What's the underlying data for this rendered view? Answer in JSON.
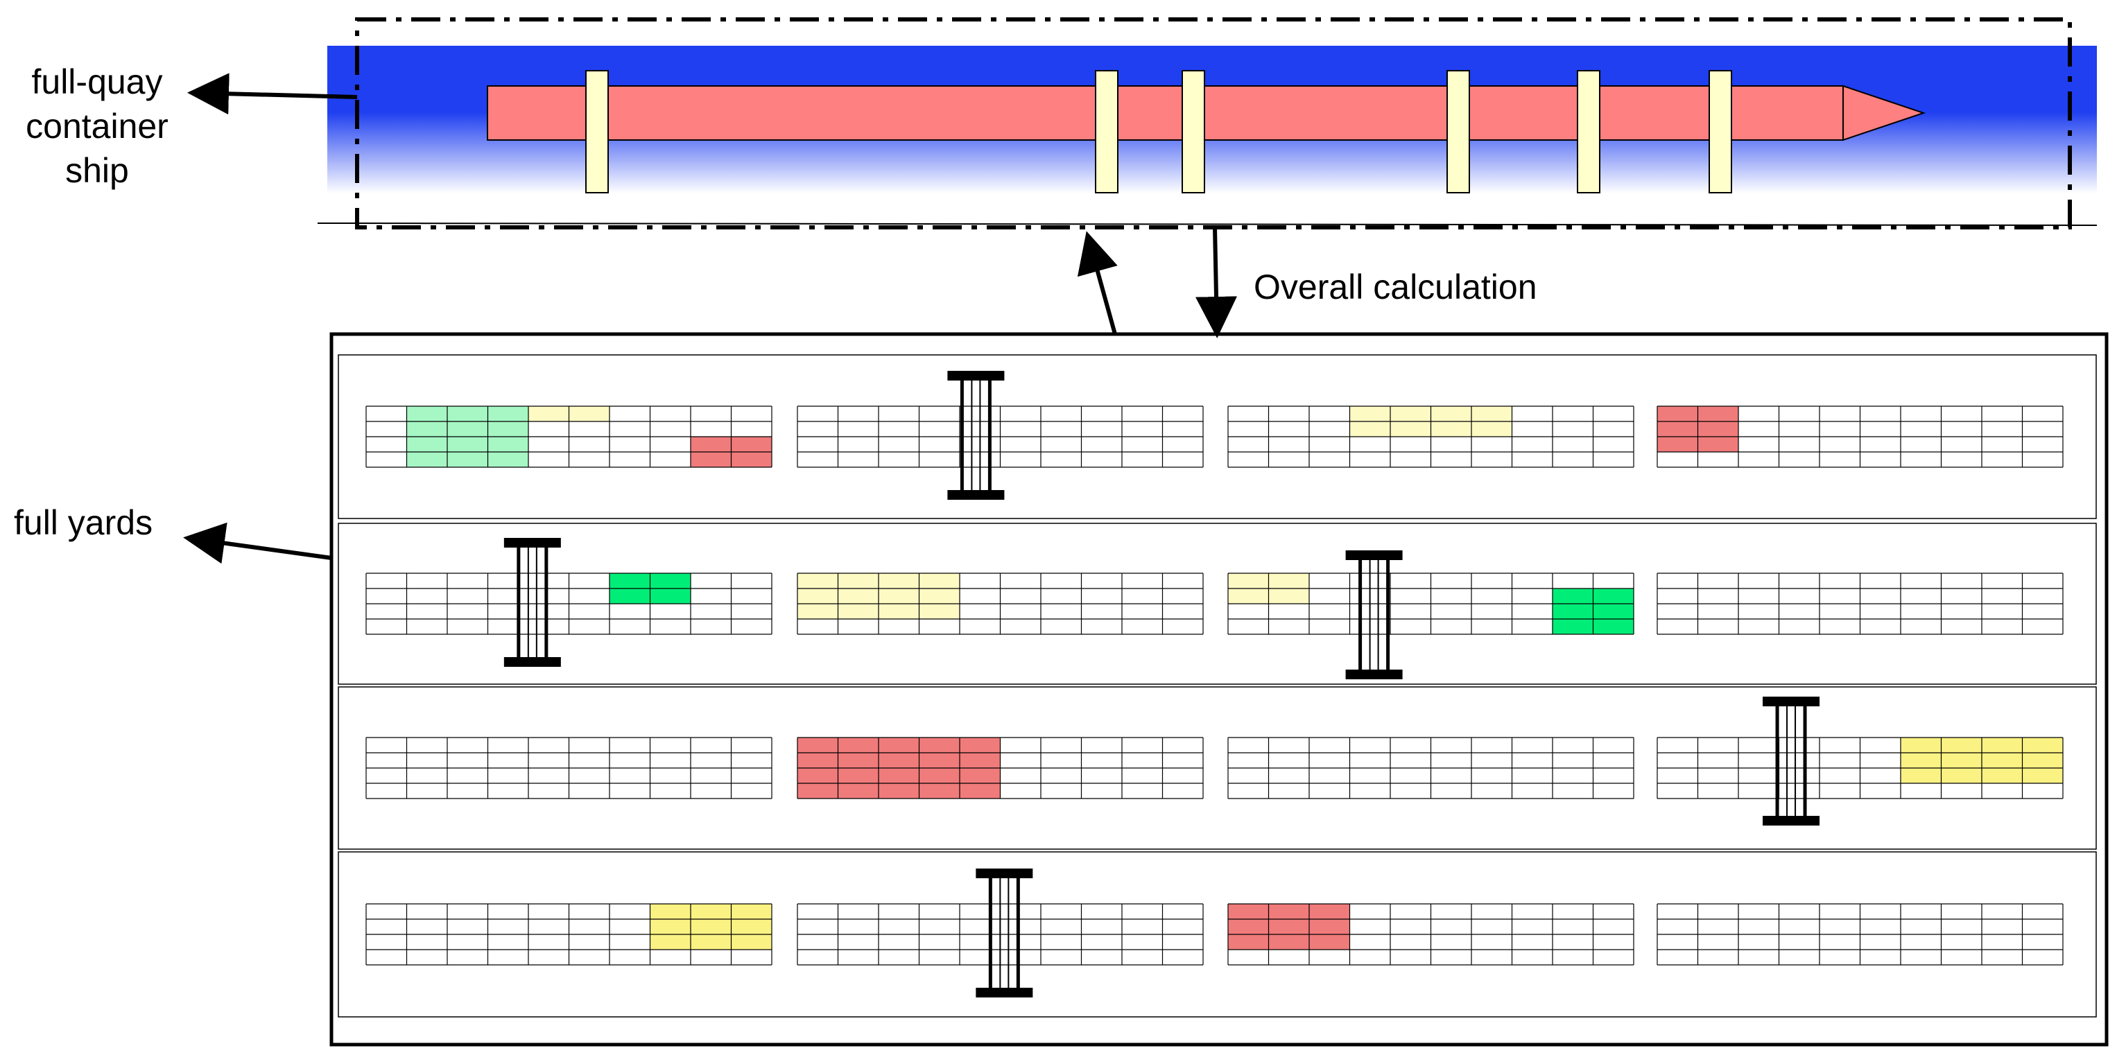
{
  "labels": {
    "ship": "full-quay container ship",
    "yards": "full yards",
    "calculation": "Overall calculation"
  },
  "colors": {
    "water_top": "#1f3ff0",
    "water_bottom": "#ffffff",
    "ship_hull": "#ff8080",
    "quay_crane": "#ffffcc",
    "cell_green_light": "#a6f7c4",
    "cell_green": "#00ee77",
    "cell_yellow_light": "#fefac4",
    "cell_yellow": "#faf283",
    "cell_red": "#f07b7b",
    "line": "#000000"
  },
  "quay": {
    "crane_count": 6
  },
  "yard": {
    "row_count": 4,
    "blocks_per_row": 4,
    "highlights": [
      [
        [
          {
            "col": 1,
            "row": 0,
            "w": 3,
            "h": 4,
            "color": "green_light"
          },
          {
            "col": 4,
            "row": 0,
            "w": 2,
            "h": 1,
            "color": "yellow_light"
          },
          {
            "col": 8,
            "row": 2,
            "w": 2,
            "h": 2,
            "color": "red"
          }
        ],
        [],
        [
          {
            "col": 3,
            "row": 0,
            "w": 4,
            "h": 2,
            "color": "yellow_light"
          }
        ],
        [
          {
            "col": 0,
            "row": 0,
            "w": 2,
            "h": 3,
            "color": "red"
          }
        ]
      ],
      [
        [
          {
            "col": 6,
            "row": 0,
            "w": 2,
            "h": 2,
            "color": "green"
          }
        ],
        [
          {
            "col": 0,
            "row": 0,
            "w": 4,
            "h": 3,
            "color": "yellow_light"
          }
        ],
        [
          {
            "col": 0,
            "row": 0,
            "w": 2,
            "h": 2,
            "color": "yellow_light"
          },
          {
            "col": 8,
            "row": 1,
            "w": 2,
            "h": 3,
            "color": "green"
          }
        ],
        []
      ],
      [
        [],
        [
          {
            "col": 0,
            "row": 0,
            "w": 5,
            "h": 4,
            "color": "red"
          }
        ],
        [],
        [
          {
            "col": 6,
            "row": 0,
            "w": 4,
            "h": 3,
            "color": "yellow"
          }
        ]
      ],
      [
        [
          {
            "col": 7,
            "row": 0,
            "w": 3,
            "h": 3,
            "color": "yellow"
          }
        ],
        [],
        [
          {
            "col": 0,
            "row": 0,
            "w": 3,
            "h": 3,
            "color": "red"
          }
        ],
        []
      ]
    ],
    "gantry_cranes": [
      {
        "row": 0,
        "block": 1,
        "offset": 4.4
      },
      {
        "row": 1,
        "block": 0,
        "offset": 4.1
      },
      {
        "row": 1,
        "block": 2,
        "offset": 3.6
      },
      {
        "row": 2,
        "block": 3,
        "offset": 3.3
      },
      {
        "row": 3,
        "block": 1,
        "offset": 5.1
      }
    ]
  }
}
